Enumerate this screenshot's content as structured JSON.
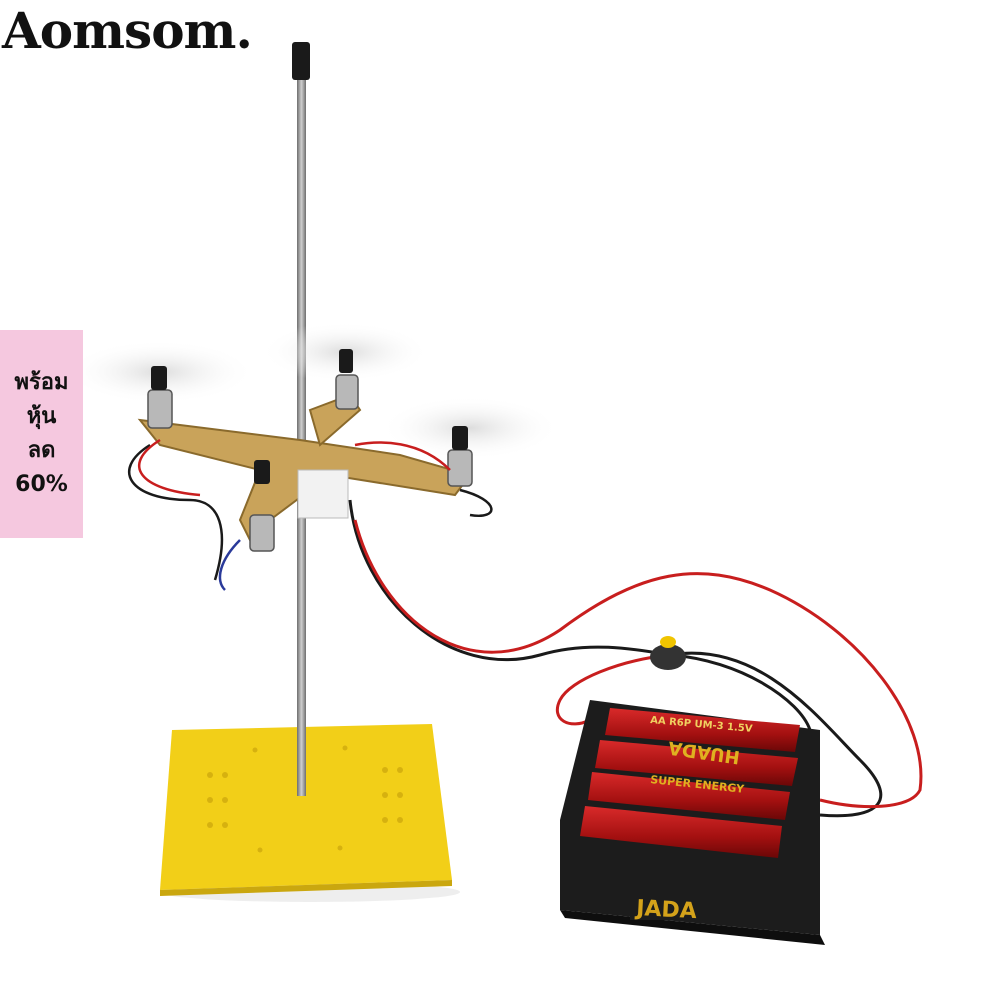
{
  "brand": {
    "name": "Aomsom."
  },
  "promo": {
    "line1": "พร้อม",
    "line2": "หุ้น",
    "line3": "ลด",
    "line4": "60%",
    "background": "#f5c8df"
  },
  "battery_print": {
    "side_text": "JADA",
    "cell_brand": "HUADA",
    "cell_text": "SUPER ENERGY",
    "cell_spec": "AA R6P UM-3 1.5V"
  },
  "colors": {
    "base": "#f5d21c",
    "frame": "#c9a35a",
    "rod": "#9a9a9a",
    "wire_red": "#c81e1e",
    "wire_black": "#1a1a1a",
    "battery_red": "#b01515",
    "holder": "#1c1c1c"
  }
}
